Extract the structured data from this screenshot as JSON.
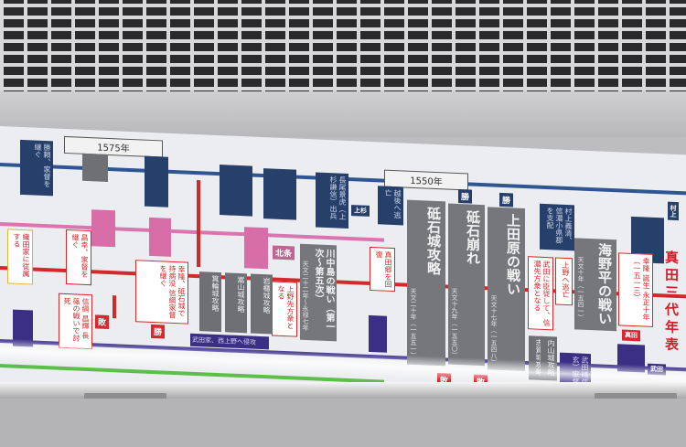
{
  "poster": {
    "title": "真田三代年表",
    "years": [
      "1575年",
      "1550年"
    ],
    "battles": [
      {
        "name": "砥石城攻略",
        "date": "天文二十年（一五五一）"
      },
      {
        "name": "砥石崩れ",
        "date": "天文十九年（一五五〇）"
      },
      {
        "name": "上田原の戦い",
        "date": "天文十七年（一五四八）"
      },
      {
        "name": "海野平の戦い",
        "date": "天文十年（一五四一）"
      },
      {
        "name": "川中島の戦い（第一次〜第五次）",
        "date": "天文二十二年〜永禄七年"
      }
    ],
    "sieges": [
      "箕輪城攻略",
      "嵩山城攻略",
      "岩櫃城攻略"
    ],
    "events_red": [
      "織田家に従属する",
      "昌幸、家督を継ぐ",
      "信綱 昌輝 長篠の戦いで討死",
      "幸隆、砥石城で持病没 信綱家督を継ぐ",
      "上野先方衆となる",
      "真田郷を回復",
      "武田に臣従して、信濃先方衆となる",
      "上野へ逃亡",
      "幸隆 誕生 永正十年（一五一三）"
    ],
    "events_navy": [
      "勝頼、家督を継ぐ",
      "越後へ逃亡",
      "村上義清、信濃小県郡を支配",
      "長尾景虎（上杉謙信）出兵"
    ],
    "events_purple": [
      "武田家、西上野へ侵攻",
      "武田晴信（信玄）家督相続",
      "志賀城攻略",
      "内山城攻略"
    ],
    "tags": {
      "lose": "敗",
      "win": "勝",
      "hojo": "北条",
      "uesugi": "上杉",
      "murakami": "村上",
      "takeda": "武田",
      "sanada": "真田"
    }
  }
}
